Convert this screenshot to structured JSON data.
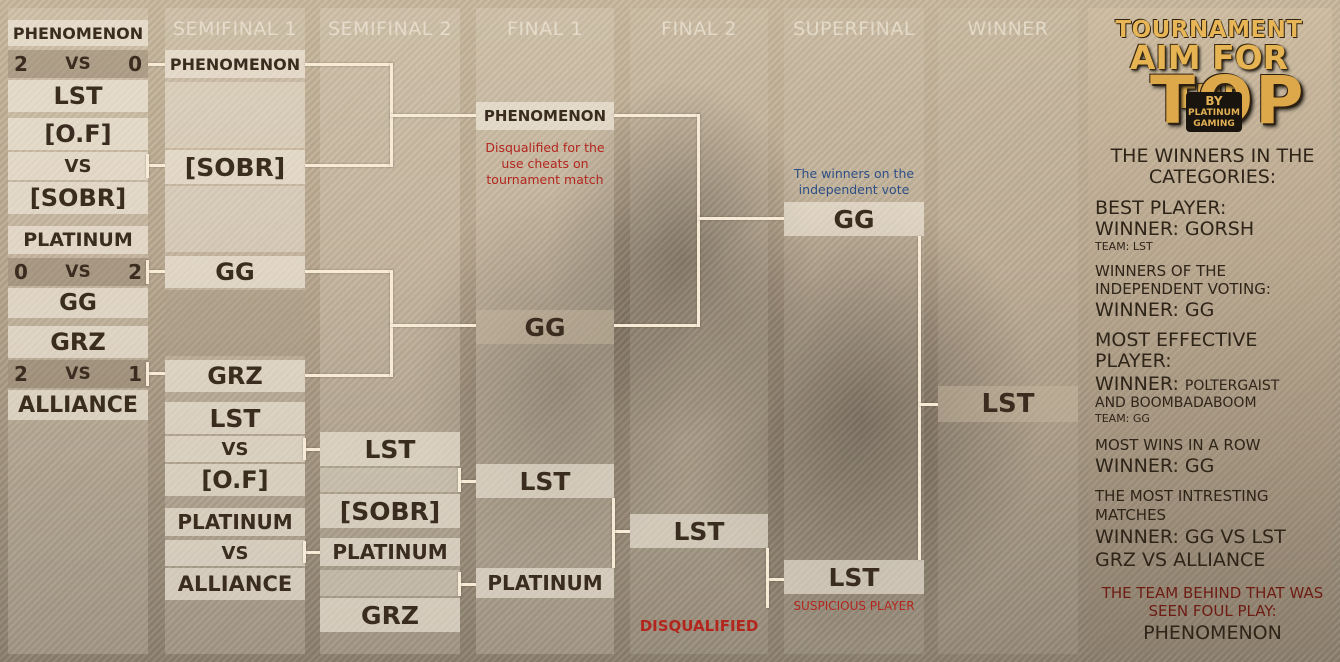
{
  "headers": [
    "SEMIFINAL 1",
    "SEMIFINAL 2",
    "FINAL 1",
    "FINAL 2",
    "SUPERFINAL",
    "WINNER"
  ],
  "round1": {
    "m1": {
      "team1": "PHENOMENON",
      "score1": "2",
      "vs": "VS",
      "score2": "0",
      "team2": "LST"
    },
    "m2": {
      "team1": "[O.F]",
      "vs": "VS",
      "team2": "[SOBR]"
    },
    "m3": {
      "team1": "PLATINUM",
      "score1": "0",
      "vs": "VS",
      "score2": "2",
      "team2": "GG"
    },
    "m4": {
      "team1": "GRZ",
      "score1": "2",
      "vs": "VS",
      "score2": "1",
      "team2": "ALLIANCE"
    }
  },
  "semi1": {
    "a": "PHENOMENON",
    "b": "[SOBR]",
    "c": "GG",
    "d": "GRZ",
    "e": "LST",
    "f": "VS",
    "g": "[O.F]",
    "h": "PLATINUM",
    "i": "VS",
    "j": "ALLIANCE"
  },
  "semi2": {
    "a": "LST",
    "b": "[SOBR]",
    "c": "PLATINUM",
    "d": "GRZ"
  },
  "final1": {
    "a": "PHENOMENON",
    "note": "Disqualified for the use cheats on tournament match",
    "b": "GG",
    "c": "LST",
    "d": "PLATINUM"
  },
  "final2": {
    "a": "LST",
    "note": "DISQUALIFIED"
  },
  "superfinal": {
    "note": "The winners on the independent vote",
    "a": "GG",
    "b": "LST",
    "note2": "SUSPICIOUS PLAYER"
  },
  "winner": {
    "team": "LST"
  },
  "logo": {
    "line1": "TOURNAMENT",
    "line2": "AIM FOR THE",
    "line3": "TOP",
    "by": "BY",
    "brand1": "PLATINUM",
    "brand2": "GAMING"
  },
  "awards": {
    "title": "THE WINNERS IN THE CATEGORIES:",
    "best_title": "BEST PLAYER:",
    "best_winner": "WINNER: GORSH",
    "best_team": "TEAM: LST",
    "indep_title": "WINNERS OF THE INDEPENDENT VOTING:",
    "indep_winner": "WINNER: GG",
    "eff_title": "MOST EFFECTIVE PLAYER:",
    "eff_winner_label": "WINNER:",
    "eff_winner_names1": "POLTERGAIST",
    "eff_winner_names2": "AND BOOMBADABOOM",
    "eff_team": "TEAM: GG",
    "row_title": "MOST WINS IN A ROW",
    "row_winner": "WINNER: GG",
    "int_title": "THE MOST INTRESTING MATCHES",
    "int_winner1": "WINNER: GG VS LST",
    "int_winner2": "GRZ VS ALLIANCE",
    "foul_title": "THE TEAM BEHIND THAT WAS SEEN FOUL PLAY:",
    "foul_team": "PHENOMENON"
  },
  "colors": {
    "text": "#3a2d20",
    "red": "#b3261e",
    "blue": "#2d4f86",
    "gold": "#e7b453",
    "line": "#f7ebd6"
  }
}
